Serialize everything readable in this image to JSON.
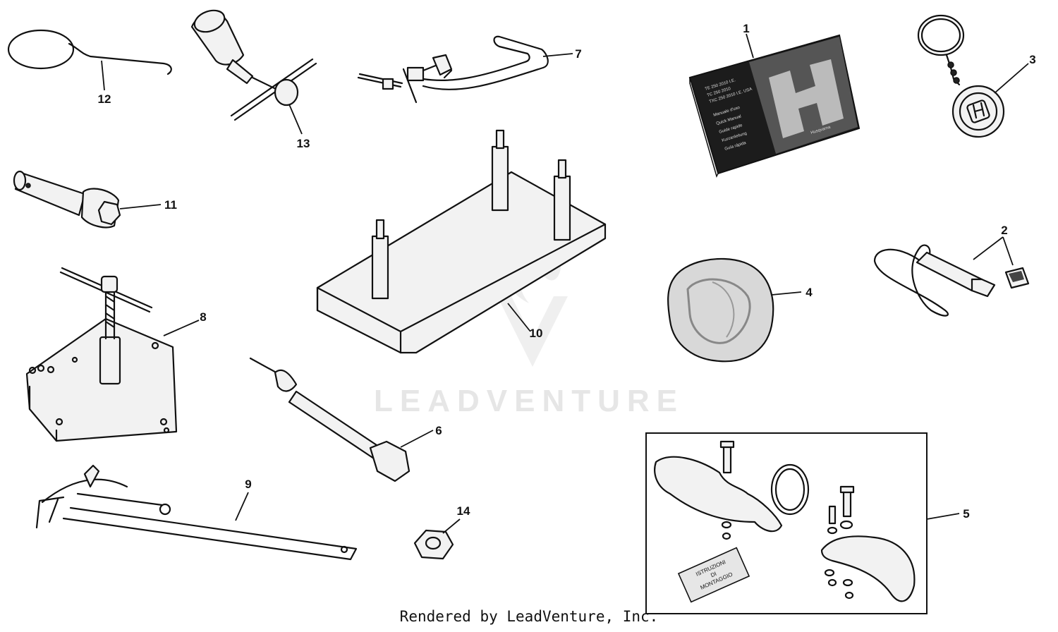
{
  "diagram": {
    "callouts": [
      "1",
      "2",
      "3",
      "4",
      "5",
      "6",
      "7",
      "8",
      "9",
      "10",
      "11",
      "12",
      "13",
      "14"
    ],
    "manual": {
      "brand": "Husqvarna",
      "lines": [
        "TE 250 2010 I.E.",
        "TC 250 2010",
        "TXC 250 2010 I.E. USA",
        "Manuale d'uso",
        "Quick Manual",
        "Guide rapide",
        "Kurzanleitung",
        "Guía rápida"
      ]
    },
    "instruction_card": [
      "ISTRUZIONI",
      "DI",
      "MONTAGGIO"
    ],
    "watermark": "LEADVENTURE",
    "credit": "Rendered by LeadVenture, Inc."
  }
}
